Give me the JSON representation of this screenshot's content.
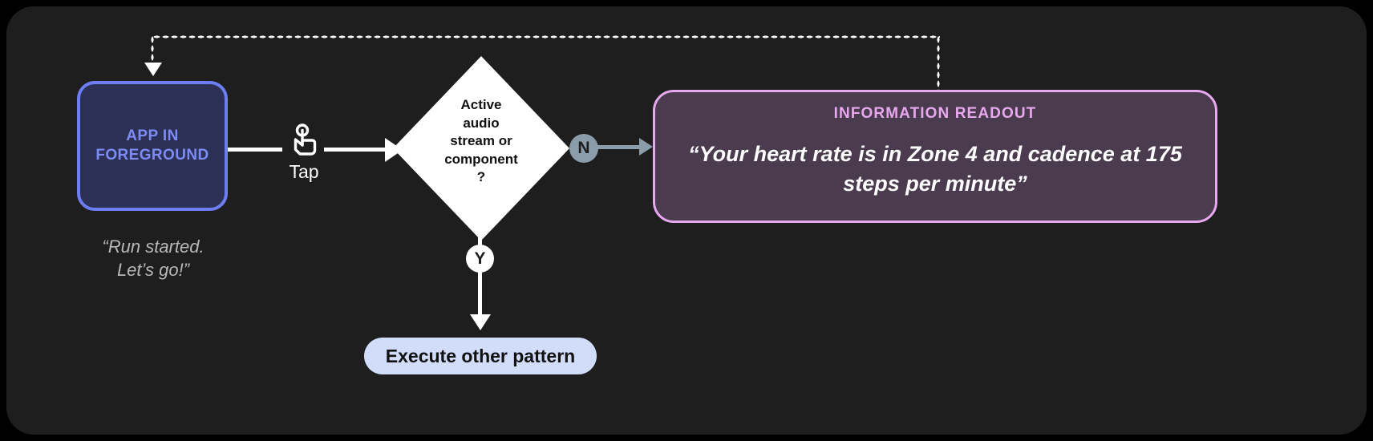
{
  "canvas": {
    "background": "#1e1e1e"
  },
  "nodes": {
    "app": {
      "label": "APP IN FOREGROUND",
      "caption": "“Run started.\nLet’s go!”",
      "border_color": "#6c7ef2",
      "fill_color": "#2b3054",
      "text_color": "#7d8cf5"
    },
    "gesture": {
      "label": "Tap",
      "icon": "tap-gesture-icon"
    },
    "decision": {
      "text": "Active audio stream or component ?",
      "lines": [
        "Active",
        "audio",
        "stream or",
        "component",
        "?"
      ],
      "fill_color": "#ffffff",
      "text_color": "#111111"
    },
    "branch_no": {
      "label": "N",
      "badge_color": "#8b9cab"
    },
    "branch_yes": {
      "label": "Y",
      "badge_color": "#ffffff"
    },
    "execute_pill": {
      "label": "Execute other pattern",
      "fill_color": "#d2ddfa",
      "text_color": "#111111"
    },
    "readout": {
      "title": "INFORMATION READOUT",
      "body": "“Your heart rate is in Zone 4 and cadence at 175 steps per minute”",
      "border_color": "#e8a8ef",
      "fill_color": "#4a3b4e",
      "title_color": "#e8a8ef",
      "body_color": "#ffffff"
    }
  },
  "edges": {
    "feedback_loop": {
      "style": "dotted",
      "color": "#ffffff"
    },
    "app_to_decision": {
      "style": "solid",
      "color": "#ffffff"
    },
    "decision_to_readout": {
      "style": "solid",
      "color": "#8b9cab"
    },
    "decision_to_pill": {
      "style": "solid",
      "color": "#ffffff"
    }
  }
}
